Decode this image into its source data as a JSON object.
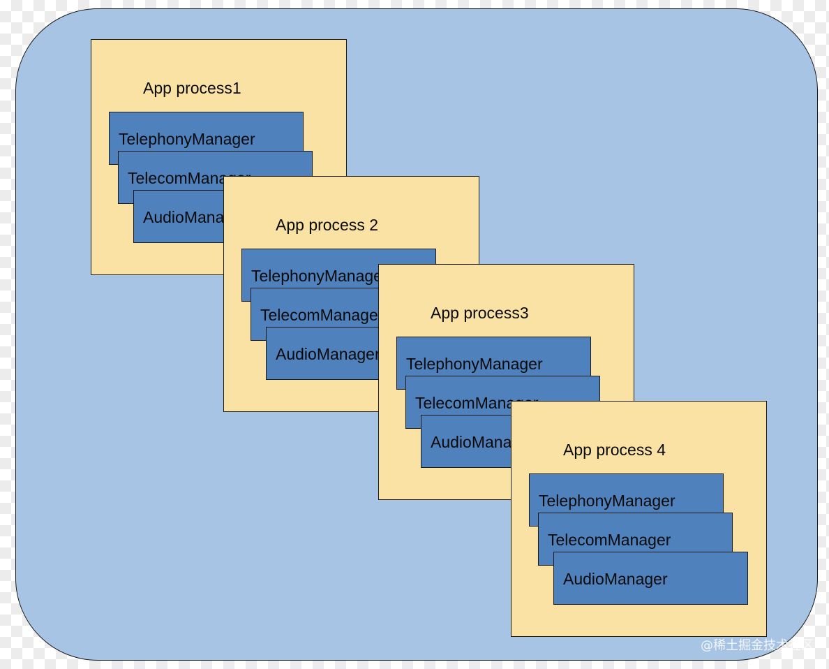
{
  "diagram": {
    "processes": [
      {
        "label": "App process1",
        "managers": [
          "TelephonyManager",
          "TelecomManager",
          "AudioManager"
        ]
      },
      {
        "label": "App process 2",
        "managers": [
          "TelephonyManager",
          "TelecomManager",
          "AudioManager"
        ]
      },
      {
        "label": "App process3",
        "managers": [
          "TelephonyManager",
          "TelecomManager",
          "AudioManager"
        ]
      },
      {
        "label": "App process 4",
        "managers": [
          "TelephonyManager",
          "TelecomManager",
          "AudioManager"
        ]
      }
    ],
    "colors": {
      "container": "#a8c4e4",
      "process": "#f9e2a3",
      "manager": "#4f81bd",
      "border": "#1a1a1a"
    }
  },
  "watermark": "@稀土掘金技术社区"
}
